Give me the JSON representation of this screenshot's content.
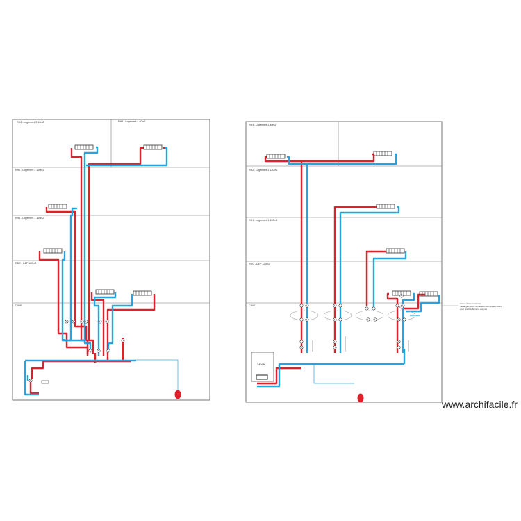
{
  "colors": {
    "supply": "#e0202a",
    "return": "#27a3e0",
    "frame": "#555555",
    "thin": "#3ab0e6"
  },
  "left_sheet": {
    "floors": [
      {
        "label": "RH3 - Logement 3 40m2"
      },
      {
        "label": "RH3 - Logement 4 40m2"
      },
      {
        "label": "RH2 - Logement 2 120m2"
      },
      {
        "label": "RH1 - Logement 1 120m2"
      },
      {
        "label": "RDC - DEP 120m2"
      },
      {
        "label": "CAVE"
      }
    ]
  },
  "right_sheet": {
    "floors": [
      {
        "label": "RH3 - Logement 3 40m2"
      },
      {
        "label": "RH2 - Logement 2 120m2"
      },
      {
        "label": "RH1 - Logement 1 120m2"
      },
      {
        "label": "RDC - DEP 120m2"
      },
      {
        "label": "CAVE"
      }
    ],
    "note_lines": [
      "Vanne 3Voie motorisée",
      "mélangeur avec circulateur/thermique 35w50",
      "pour préchauffement + sonde"
    ],
    "boiler_label": "24 kW"
  },
  "watermark": "www.archifacile.fr"
}
